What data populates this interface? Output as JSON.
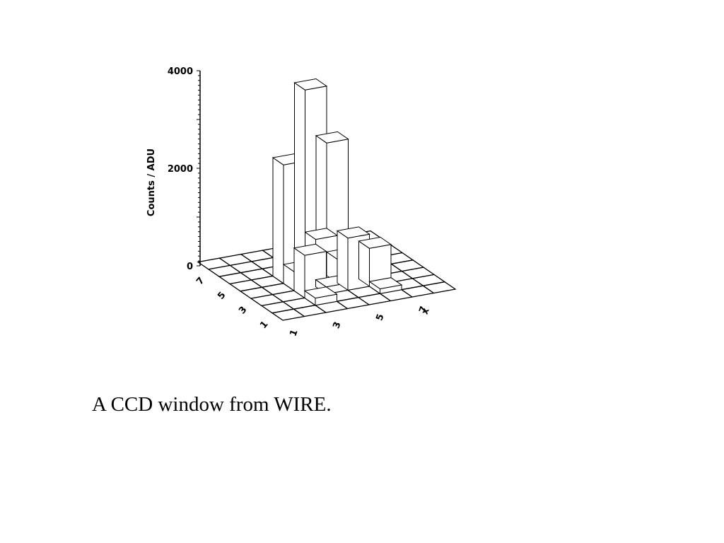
{
  "caption": "A CCD window from WIRE.",
  "chart_data": {
    "type": "bar3d",
    "ylabel": "Counts / ADU",
    "z_ticks": [
      "0",
      "2000",
      "4000"
    ],
    "z_range": [
      0,
      4000
    ],
    "x_label": "x",
    "x_tick_labels": [
      {
        "col": 1,
        "text": "1"
      },
      {
        "col": 3,
        "text": "3"
      },
      {
        "col": 5,
        "text": "5"
      },
      {
        "col": 7,
        "text": "7"
      }
    ],
    "y_tick_labels": [
      {
        "row": 1,
        "text": "1"
      },
      {
        "row": 3,
        "text": "3"
      },
      {
        "row": 5,
        "text": "5"
      },
      {
        "row": 7,
        "text": "7"
      }
    ],
    "grid_size": [
      8,
      8
    ],
    "bars": [
      {
        "col": 2,
        "row": 4,
        "value": 2500
      },
      {
        "col": 3,
        "row": 4,
        "value": 4000
      },
      {
        "col": 4,
        "row": 4,
        "value": 2800
      },
      {
        "col": 2,
        "row": 3,
        "value": 400
      },
      {
        "col": 3,
        "row": 3,
        "value": 1000
      },
      {
        "col": 4,
        "row": 3,
        "value": 500
      },
      {
        "col": 2,
        "row": 2,
        "value": 900
      },
      {
        "col": 3,
        "row": 2,
        "value": 150
      },
      {
        "col": 4,
        "row": 2,
        "value": 1100
      },
      {
        "col": 5,
        "row": 2,
        "value": 800
      },
      {
        "col": 2,
        "row": 1,
        "value": 150
      },
      {
        "col": 5,
        "row": 1,
        "value": 100
      }
    ]
  }
}
